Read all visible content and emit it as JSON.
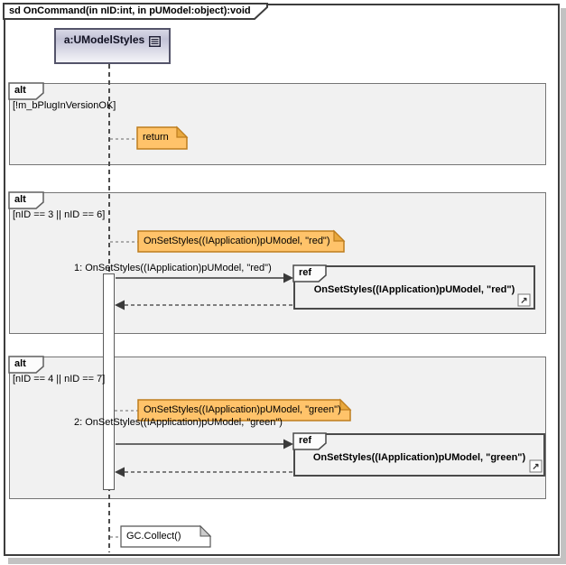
{
  "frame": {
    "title": "sd OnCommand(in nID:int, in pUModel:object):void"
  },
  "lifeline": {
    "label": "a:UModelStyles"
  },
  "fragments": [
    {
      "operator": "alt",
      "guard": "[!m_bPlugInVersionOK]"
    },
    {
      "operator": "alt",
      "guard": "[nID == 3 || nID == 6]"
    },
    {
      "operator": "alt",
      "guard": "[nID == 4 || nID == 7]"
    }
  ],
  "messages": {
    "call_red": "1: OnSetStyles((IApplication)pUModel, \"red\")",
    "call_green": "2: OnSetStyles((IApplication)pUModel, \"green\")"
  },
  "notes": {
    "return_note": "return",
    "red_note": "OnSetStyles((IApplication)pUModel, \"red\")",
    "green_note": "OnSetStyles((IApplication)pUModel, \"green\")",
    "gc_note": "GC.Collect()"
  },
  "refs": [
    {
      "operator": "ref",
      "label": "OnSetStyles((IApplication)pUModel, \"red\")"
    },
    {
      "operator": "ref",
      "label": "OnSetStyles((IApplication)pUModel, \"green\")"
    }
  ],
  "icons": {
    "navigate": "↗"
  },
  "colors": {
    "note_fill": "#FFC36A",
    "note_border": "#BD7D1E",
    "note_fold": "#E8A83E",
    "fragment_fill": "#F1F1F1",
    "head_gradient_top": "#C2C2D6",
    "head_gradient_bottom": "#F4F4F8",
    "frame_border": "#3D3D3D",
    "shadow": "#C2C2C2"
  }
}
